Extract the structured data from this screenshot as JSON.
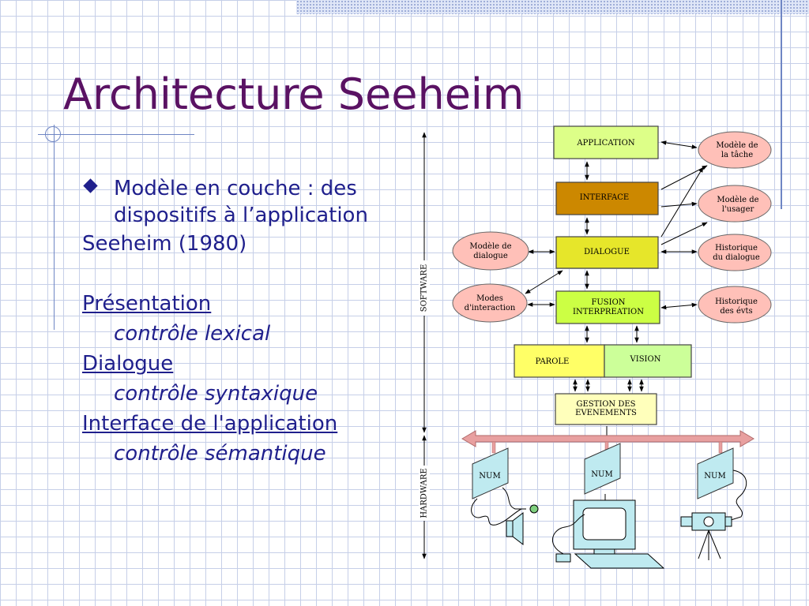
{
  "slide": {
    "title": "Architecture Seeheim",
    "bullet": {
      "line1": "Modèle en couche : des",
      "line2": "dispositifs à l’application"
    },
    "subtitle": "Seeheim (1980)",
    "layers": [
      {
        "name": "Présentation",
        "control": "contrôle lexical"
      },
      {
        "name": "Dialogue",
        "control": "contrôle syntaxique"
      },
      {
        "name": "Interface de l'application",
        "control": "contrôle sémantique"
      }
    ]
  },
  "diagram": {
    "axis": {
      "software": "SOFTWARE",
      "hardware": "HARDWARE"
    },
    "boxes": {
      "application": "APPLICATION",
      "interface": "INTERFACE",
      "dialogue": "DIALOGUE",
      "fusion_1": "FUSION",
      "fusion_2": "INTERPREATION",
      "parole": "PAROLE",
      "vision": "VISION",
      "gestion_1": "GESTION DES",
      "gestion_2": "EVENEMENTS"
    },
    "ellipses": {
      "modele_tache_1": "Modèle de",
      "modele_tache_2": "la tâche",
      "modele_usager_1": "Modèle de",
      "modele_usager_2": "l'usager",
      "historique_dialogue_1": "Historique",
      "historique_dialogue_2": "du dialogue",
      "historique_evts_1": "Historique",
      "historique_evts_2": "des évts",
      "modele_dialogue_1": "Modèle de",
      "modele_dialogue_2": "dialogue",
      "modes_interaction_1": "Modes",
      "modes_interaction_2": "d'interaction"
    },
    "num_label": "NUM",
    "colors": {
      "title": "#5a1263",
      "text": "#1f1f8c",
      "application": "#ddff88",
      "interface": "#cc8800",
      "dialogue": "#e6e62a",
      "fusion": "#ccff44",
      "parole": "#ffff66",
      "vision": "#ccff99",
      "gestion": "#ffffbb",
      "ellipse": "#ffc0b8",
      "bus": "#e8a0a0",
      "device": "#bfeaf0"
    }
  }
}
